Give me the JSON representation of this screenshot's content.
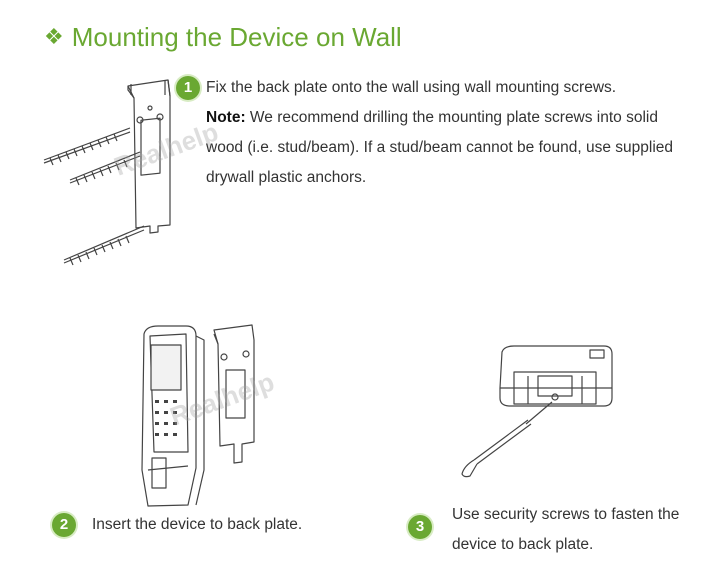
{
  "title": {
    "glyph": "❖",
    "text": "Mounting the Device on Wall"
  },
  "steps": [
    {
      "number": "1",
      "lines": [
        {
          "bold": "",
          "text": "Fix the back plate onto the wall using wall mounting screws."
        },
        {
          "bold": "Note:",
          "text": " We recommend drilling the mounting plate screws into solid"
        },
        {
          "bold": "",
          "text": "wood (i.e. stud/beam). If a stud/beam cannot be found, use supplied"
        },
        {
          "bold": "",
          "text": "drywall plastic anchors."
        }
      ]
    },
    {
      "number": "2",
      "text": "Insert the device to back plate."
    },
    {
      "number": "3",
      "lines": [
        "Use security screws to fasten the",
        "device to back plate."
      ]
    }
  ],
  "watermark": "Realhelp",
  "colors": {
    "accent": "#6aa832",
    "line": "#444444"
  },
  "icons": [
    "fleuron-icon",
    "wall-plate-illustration",
    "screw-icon",
    "device-illustration",
    "screwdriver-icon"
  ]
}
